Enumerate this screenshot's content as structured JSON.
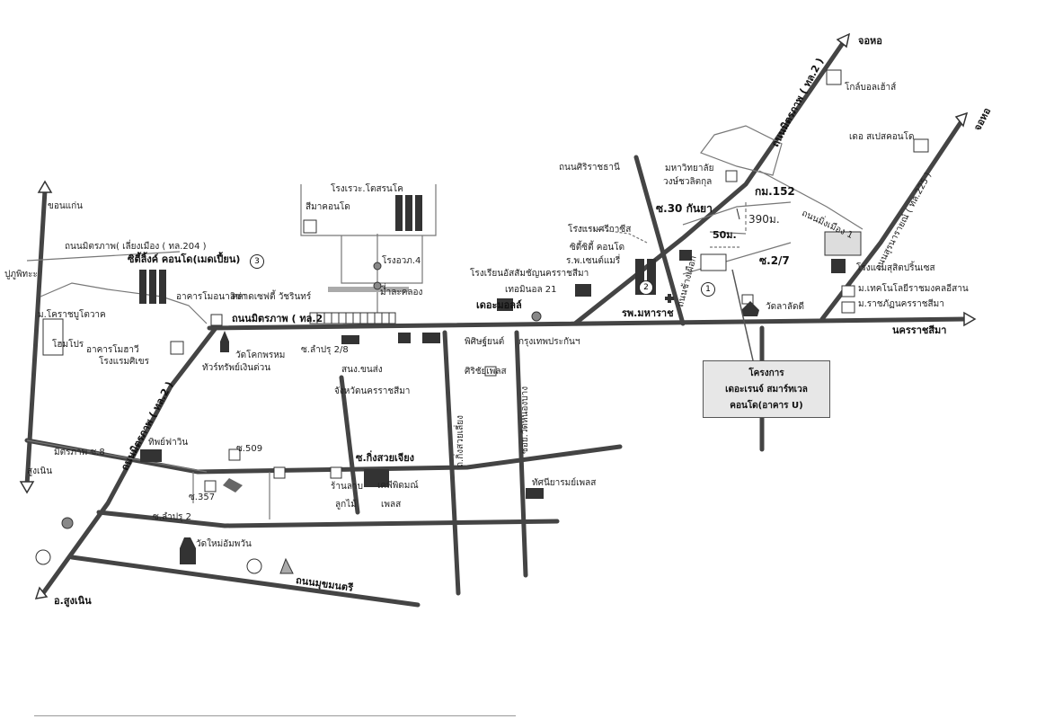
{
  "labels": {
    "khon_kaen": "ขอนแก่น",
    "rd_204": "ถนนมิตรภาพ( เลี่ยงเมือง ( ทล.204 )",
    "city_link": "ซิตี้ลิ้งค์ คอนโด(เมดเปี้ยน)",
    "circle3": "3",
    "bhu_phithak": "ปูภูพิทะะ",
    "khorat_boutique": "ม.โคราชบูโตวาค",
    "home_pro": "โฮมโปร",
    "tuesday_market": "อาคารโมอนาลิซ่า",
    "central_market": "ตลาดเซฟตี้ วัชรินทร์",
    "nakhon_market": "อาคารโมฮาวี",
    "hotel_sikhio": "โรงแรมศิเขร",
    "wat_phrom": "วัดโคกพรหม",
    "thai_parts": "ทัวร์ทรัพย์เงินด่วน",
    "khorat_mitraphap2": "ถนนมิตรภาพ ( ทล.2",
    "soi_lampru": "ซ.ลำปรุ 2/8",
    "school_top": "โรงเรวะ.โตสรนโค",
    "sima_condo": "สีมาคอนโด",
    "uni_4": "โรงอวภ.4",
    "uni_d": "มี่ำละคลอง",
    "sanamchai": "สนง.ขนส่ง",
    "sanamchai2": "จังหวัดนครราชสีมา",
    "mitraphap_vert": "ถนนมิตรภาพ ( ทล.2 )",
    "mitraphap_soi8": "มิตรภาพ ซ.8",
    "sung_noen": "สูงเนิน",
    "tippharin": "ทิพย์ฟาวิน",
    "soi509": "ซ.509",
    "soi_kingsuay": "ซ.กิ่งสวยเจียง",
    "soi357": "ซ.357",
    "soi_lampru2": "ซ.ลำปรุ 2",
    "shop": "ร้านลาบ",
    "shop2": "ลูกไม้",
    "kaen_mall": "เคพีพิดมณ์",
    "kaen_mall2": "เพลส",
    "wat_mai": "วัดใหม่อัมพวัน",
    "mu_rd": "ถนนมุขมนตรี",
    "amphoe_sung": "อ.สูงเนิน",
    "the_mall": "เดอะมอลล์",
    "picture_inn": "พิศิษฐ์ยนต์",
    "sisaket": "ศิริชัยเพลส",
    "bkk_insur": "กรุงเทพประกันฯ",
    "soi_kingthai": "ถ.กิ่งสวยเลี่ยง",
    "soi_rong": "ซอย.วัดหนองบาง",
    "dunkirk": "ทัศนียารมย์เพลส",
    "siri_rd": "ถนนศิริราชธานี",
    "hotel_sri": "โรงแรมศรีกาซีส",
    "city_condo": "ซิตี้ซิตี้ คอนโด",
    "rph_hospital": "ร.พ.เซนต์แมรี่",
    "school_kham": "โรงเรียนอัสสัมชัญนครราชสีมา",
    "terminal": "เทอมินอล 21",
    "circle2": "2",
    "rph_maharat": "รพ.มหาราช",
    "rd_chang_puak": "ถนนช้างเผือก",
    "soi30": "ซ.30 กันยา",
    "uni_vongchavalit": "มหาวิทยาลัย",
    "uni_vongchavalit2": "วงษ์ชวลิตกุล",
    "km152": "กม.152",
    "dist_390": "390ม.",
    "dist_50": "50ม.",
    "soi27": "ซ.2/7",
    "circle1": "1",
    "wat_sala": "วัดลาลัดดี",
    "rd_mitraphap_top": "ถนนมิตรภาพ ( ทล.2 )",
    "chok_chai": "จอหอ",
    "golf": "โกล์บอลเฮ้าส์",
    "the_space": "เดอ สเปสคอนโด",
    "rd_225": "ถนนสุรนารายณ์ ( ทล.225 )",
    "chok_chai2": "จอหอ",
    "rd_muang1": "ถนนมิ่งเมือง 1",
    "hotel_sima": "โรงแรมสุสิตปริ้นเซส",
    "rmuti": "ม.เทคโนโลยีราชมงคลอีสาน",
    "rajabhat": "ม.ราชภัฏนครราชสีมา",
    "nakhon_ratchasima": "นครราชสีมา"
  },
  "project": {
    "line1": "โครงการ",
    "line2": "เดอะเรนจ์ สมาร์ทเวล",
    "line3": "คอนโด(อาคาร U)"
  }
}
